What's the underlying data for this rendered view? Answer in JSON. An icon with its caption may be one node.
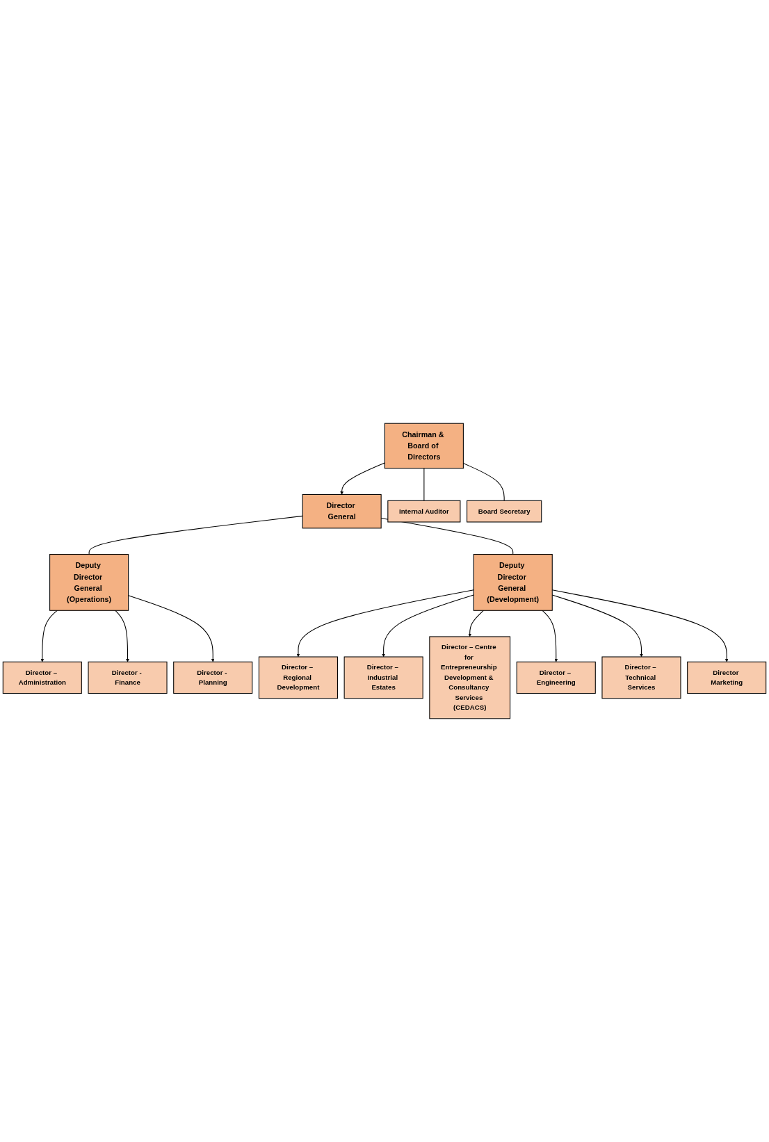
{
  "diagram": {
    "nodes": [
      {
        "text": [
          "Chairman & Board of Directors"
        ]
      },
      {
        "text": [
          "Internal Auditor"
        ]
      },
      {
        "text": [
          "Board Secretary"
        ]
      },
      {
        "text": [
          "Director General"
        ]
      },
      {
        "text": [
          "Deputy Director General (Operations)"
        ]
      },
      {
        "text": [
          "Deputy Director General (Development)"
        ]
      },
      {
        "text": [
          "Director – Administration"
        ]
      },
      {
        "text": [
          "Director - Finance"
        ]
      },
      {
        "text": [
          "Director - Planning"
        ]
      },
      {
        "text": [
          "Director – Regional Development"
        ]
      },
      {
        "text": [
          "Director – Industrial Estates"
        ]
      },
      {
        "text": [
          "Director – Centre for Entrepreneurship Development & Consultancy Services (CEDACS)"
        ]
      },
      {
        "text": [
          "Director – Engineering"
        ]
      },
      {
        "text": [
          "Director – Technical Services"
        ]
      },
      {
        "text": [
          "Director Marketing"
        ]
      }
    ],
    "edges": [
      {
        "from": 0,
        "to": 1,
        "arrow": "none"
      },
      {
        "from": 0,
        "to": 2,
        "arrow": "none"
      },
      {
        "from": 0,
        "to": 3,
        "arrow": "to"
      },
      {
        "from": 3,
        "to": 4,
        "arrow": "none"
      },
      {
        "from": 3,
        "to": 5,
        "arrow": "none"
      },
      {
        "from": 4,
        "to": 6,
        "arrow": "to"
      },
      {
        "from": 4,
        "to": 7,
        "arrow": "to"
      },
      {
        "from": 4,
        "to": 8,
        "arrow": "to"
      },
      {
        "from": 5,
        "to": 9,
        "arrow": "to"
      },
      {
        "from": 5,
        "to": 10,
        "arrow": "to"
      },
      {
        "from": 5,
        "to": 11,
        "arrow": "to"
      },
      {
        "from": 5,
        "to": 12,
        "arrow": "to"
      },
      {
        "from": 5,
        "to": 13,
        "arrow": "to"
      },
      {
        "from": 5,
        "to": 14,
        "arrow": "to"
      }
    ]
  }
}
